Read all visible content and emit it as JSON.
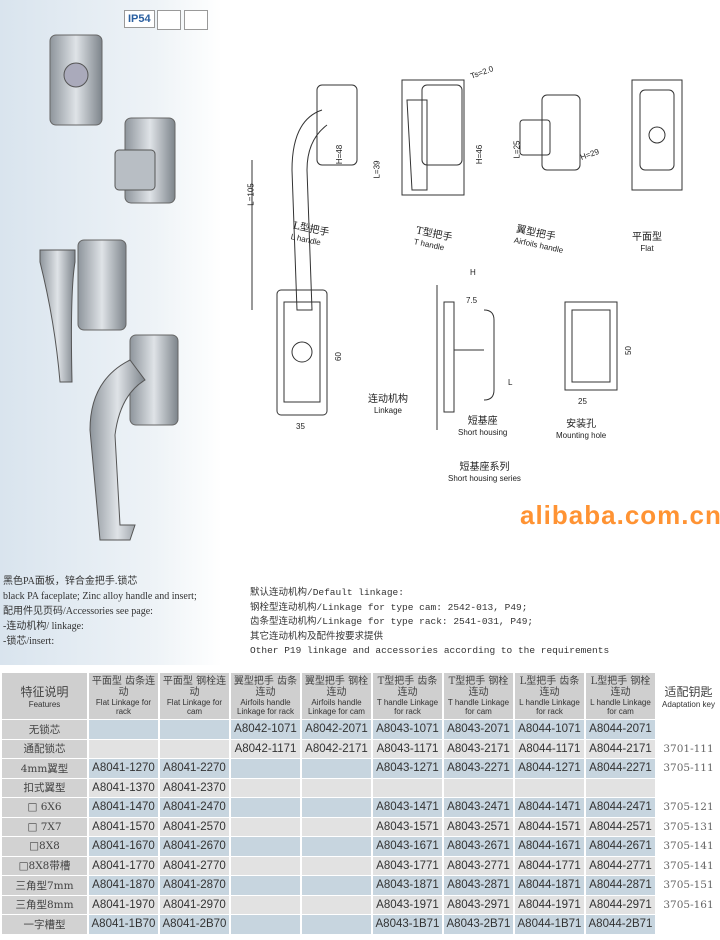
{
  "badge": {
    "ip": "IP54"
  },
  "drawings": {
    "l_handle_zh": "L型把手",
    "l_handle_en": "L handle",
    "t_handle_zh": "T型把手",
    "t_handle_en": "T handle",
    "airfoil_zh": "翼型把手",
    "airfoil_en": "Airfoils handle",
    "flat_zh": "平面型",
    "flat_en": "Flat",
    "dims": {
      "l105": "L=105",
      "h48": "H=48",
      "l39": "L=39",
      "h46": "H=46",
      "ts": "Ts=2.0",
      "l25": "L=25",
      "h29": "H=29",
      "d60": "60",
      "d35": "35",
      "dH": "H",
      "d75": "7.5",
      "dL": "L",
      "d50": "50",
      "d25": "25"
    },
    "linkage_zh": "连动机构",
    "linkage_en": "Linkage",
    "short_zh": "短基座",
    "short_en": "Short housing",
    "mount_zh": "安装孔",
    "mount_en": "Mounting hole",
    "series_zh": "短基座系列",
    "series_en": "Short housing series"
  },
  "notes_left": [
    "黑色PA面板，锌合金把手.锁芯",
    "black PA faceplate; Zinc alloy handle and insert;",
    "配用件见页码/Accessories see page:",
    "-连动机构/ linkage:",
    "-锁芯/insert:"
  ],
  "notes_right": [
    "默认连动机构/Default linkage:",
    "钢栓型连动机构/Linkage for type cam: 2542-013, P49;",
    "齿条型连动机构/Linkage for type rack: 2541-031, P49;",
    "其它连动机构及配件按要求提供",
    "Other P19 linkage and accessories according to the requirements"
  ],
  "table": {
    "headers": [
      {
        "zh": "特征说明",
        "en": "Features"
      },
      {
        "zh": "平面型 齿条连动",
        "en": "Flat Linkage for rack"
      },
      {
        "zh": "平面型 钢栓连动",
        "en": "Flat Linkage for cam"
      },
      {
        "zh": "翼型把手 齿条连动",
        "en": "Airfoils handle Linkage for rack"
      },
      {
        "zh": "翼型把手 钢栓连动",
        "en": "Airfoils handle Linkage for cam"
      },
      {
        "zh": "T型把手 齿条连动",
        "en": "T handle Linkage for rack"
      },
      {
        "zh": "T型把手 钢栓连动",
        "en": "T handle Linkage for cam"
      },
      {
        "zh": "L型把手 齿条连动",
        "en": "L handle Linkage for rack"
      },
      {
        "zh": "L型把手 钢栓连动",
        "en": "L handle Linkage for cam"
      },
      {
        "zh": "适配钥匙",
        "en": "Adaptation key"
      }
    ],
    "rows": [
      [
        "无锁芯",
        "",
        "",
        "A8042-1071",
        "A8042-2071",
        "A8043-1071",
        "A8043-2071",
        "A8044-1071",
        "A8044-2071",
        ""
      ],
      [
        "通配锁芯",
        "",
        "",
        "A8042-1171",
        "A8042-2171",
        "A8043-1171",
        "A8043-2171",
        "A8044-1171",
        "A8044-2171",
        "3701-111"
      ],
      [
        "4mm翼型",
        "A8041-1270",
        "A8041-2270",
        "",
        "",
        "A8043-1271",
        "A8043-2271",
        "A8044-1271",
        "A8044-2271",
        "3705-111"
      ],
      [
        "扣式翼型",
        "A8041-1370",
        "A8041-2370",
        "",
        "",
        "",
        "",
        "",
        "",
        ""
      ],
      [
        "□ 6X6",
        "A8041-1470",
        "A8041-2470",
        "",
        "",
        "A8043-1471",
        "A8043-2471",
        "A8044-1471",
        "A8044-2471",
        "3705-121"
      ],
      [
        "□ 7X7",
        "A8041-1570",
        "A8041-2570",
        "",
        "",
        "A8043-1571",
        "A8043-2571",
        "A8044-1571",
        "A8044-2571",
        "3705-131"
      ],
      [
        "□8X8",
        "A8041-1670",
        "A8041-2670",
        "",
        "",
        "A8043-1671",
        "A8043-2671",
        "A8044-1671",
        "A8044-2671",
        "3705-141"
      ],
      [
        "□8X8带槽",
        "A8041-1770",
        "A8041-2770",
        "",
        "",
        "A8043-1771",
        "A8043-2771",
        "A8044-1771",
        "A8044-2771",
        "3705-141"
      ],
      [
        "三角型7mm",
        "A8041-1870",
        "A8041-2870",
        "",
        "",
        "A8043-1871",
        "A8043-2871",
        "A8044-1871",
        "A8044-2871",
        "3705-151"
      ],
      [
        "三角型8mm",
        "A8041-1970",
        "A8041-2970",
        "",
        "",
        "A8043-1971",
        "A8043-2971",
        "A8044-1971",
        "A8044-2971",
        "3705-161"
      ],
      [
        "一字槽型",
        "A8041-1B70",
        "A8041-2B70",
        "",
        "",
        "A8043-1B71",
        "A8043-2B71",
        "A8044-1B71",
        "A8044-2B71",
        ""
      ]
    ]
  },
  "watermark": "alibaba.com.cn"
}
